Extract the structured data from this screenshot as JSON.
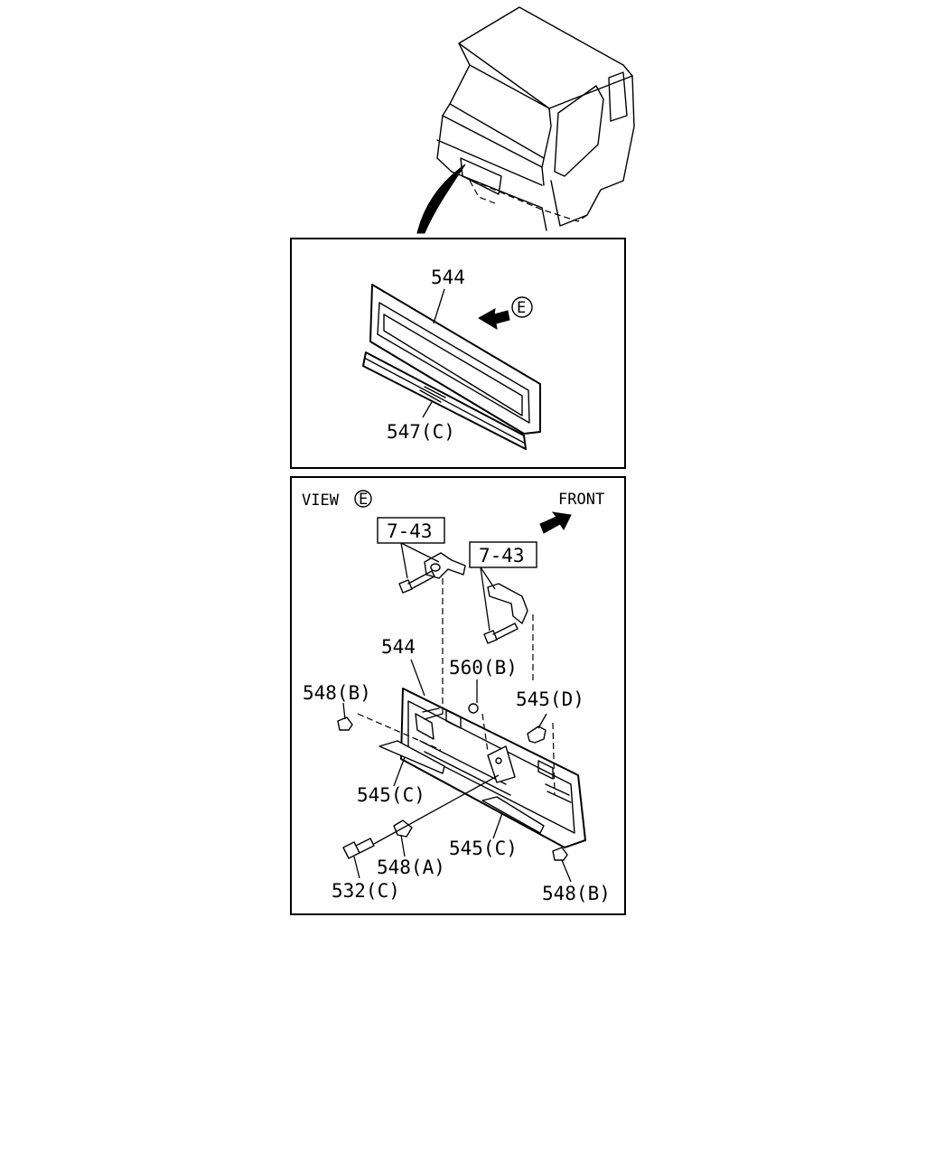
{
  "labels": {
    "top_grille_part": "544",
    "top_molding_part": "547(C)",
    "top_view_marker": "E",
    "view_title": "VIEW",
    "view_marker": "E",
    "front_label": "FRONT",
    "ref_box_left": "7-43",
    "ref_box_right": "7-43",
    "grille_part": "544",
    "clip_part": "560(B)",
    "left_upper_fastener": "548(B)",
    "bracket_part": "545(D)",
    "left_lower_molding": "545(C)",
    "center_molding": "545(C)",
    "fastener_a": "548(A)",
    "bolt_part": "532(C)",
    "right_lower_fastener": "548(B)"
  },
  "icons": {
    "direction_arrow": "arrow-left-icon",
    "front_arrow": "arrow-upright-icon"
  }
}
